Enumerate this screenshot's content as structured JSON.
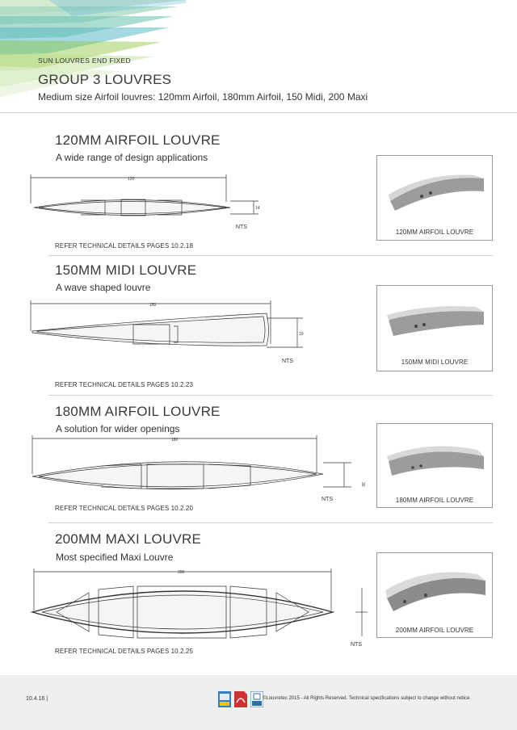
{
  "header": {
    "kicker": "SUN LOUVRES END FIXED",
    "title": "GROUP 3 LOUVRES",
    "subtitle": "Medium size Airfoil louvres: 120mm Airfoil, 180mm Airfoil, 150 Midi, 200 Maxi"
  },
  "sections": [
    {
      "title": "120MM AIRFOIL LOUVRE",
      "subtitle": "A wide range of design applications",
      "dimension_width": "120",
      "dimension_height": "14",
      "nts": "NTS",
      "refer": "REFER TECHNICAL DETAILS PAGES 10.2.18",
      "photo_caption": "120MM AIRFOIL LOUVRE"
    },
    {
      "title": "150MM MIDI LOUVRE",
      "subtitle": "A wave shaped louvre",
      "dimension_width": "150",
      "dimension_height": "19",
      "nts": "NTS",
      "refer": "REFER TECHNICAL DETAILS PAGES 10.2.23",
      "photo_caption": "150MM MIDI LOUVRE"
    },
    {
      "title": "180MM AIRFOIL LOUVRE",
      "subtitle": "A solution for wider openings",
      "dimension_width": "180",
      "dimension_height": "30",
      "nts": "NTS",
      "refer": "REFER TECHNICAL DETAILS PAGES 10.2.20",
      "photo_caption": "180MM AIRFOIL LOUVRE"
    },
    {
      "title": "200MM MAXI LOUVRE",
      "subtitle": "Most specified Maxi Louvre",
      "dimension_width": "200",
      "nts": "NTS",
      "refer": "REFER TECHNICAL DETAILS PAGES 10.2.25",
      "photo_caption": "200MM AIRFOIL LOUVRE"
    }
  ],
  "footer": {
    "page_number": "10.4.16",
    "copyright": "©Louvretec 2015 - All Rights Reserved. Technical specifications subject to change without notice.",
    "icons": [
      "dwg-icon",
      "pdf-icon",
      "revit-icon"
    ]
  },
  "colors": {
    "corner_green": "#8cc63f",
    "corner_teal": "#2bb5a8",
    "corner_blue": "#3aa0d8",
    "rule": "#cfcfcf",
    "footer_bg": "#efefef"
  }
}
